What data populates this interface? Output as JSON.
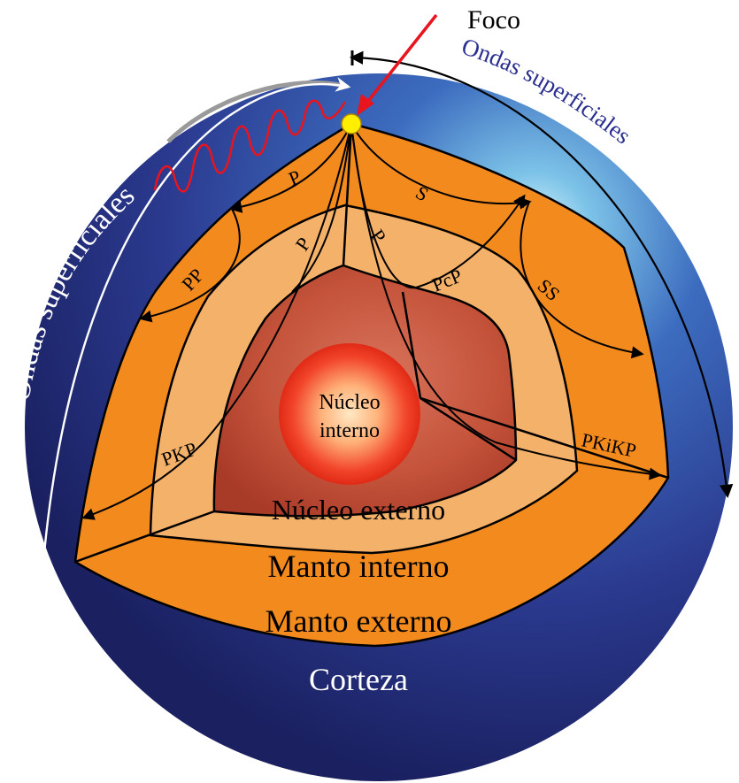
{
  "labels": {
    "focus": "Foco",
    "surface_waves_right": "Ondas superficiales",
    "surface_waves_left": "Ondas superficiales",
    "ray_p_outer": "P",
    "ray_s": "S",
    "ray_p_inner": "P",
    "ray_p_mid": "P",
    "ray_pp": "PP",
    "ray_pcp": "PcP",
    "ray_ss": "SS",
    "ray_pkp": "PKP",
    "ray_pkikp": "PKiKP",
    "inner_core": [
      "Núcleo",
      "interno"
    ],
    "outer_core": "Núcleo externo",
    "inner_mantle": "Manto interno",
    "outer_mantle": "Manto externo",
    "crust": "Corteza"
  },
  "colors": {
    "crust_blue": "#2b3a8f",
    "crust_highlight": "#9fd6ef",
    "outer_mantle": "#f28a1e",
    "inner_mantle": "#f4b16a",
    "outer_core": "#c8553e",
    "inner_core": "#e8341c",
    "focus_dot": "#ffee00",
    "arrow_red": "#e8141e",
    "right_label_blue": "#2a2f8f"
  }
}
